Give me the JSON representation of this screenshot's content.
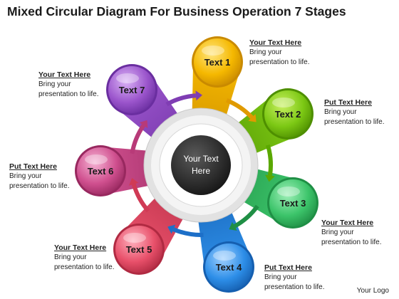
{
  "title": "Mixed Circular Diagram For Business Operation 7 Stages",
  "center": {
    "line1": "Your Text",
    "line2": "Here"
  },
  "stages": [
    {
      "label": "Text 1",
      "color": "#f5b800",
      "light": "#ffe680",
      "dark": "#c98a00"
    },
    {
      "label": "Text 2",
      "color": "#7cc814",
      "light": "#c8f060",
      "dark": "#4e8f00"
    },
    {
      "label": "Text 3",
      "color": "#3cc46a",
      "light": "#9ff0b8",
      "dark": "#1f8f45"
    },
    {
      "label": "Text 4",
      "color": "#2d8ee8",
      "light": "#9fd0ff",
      "dark": "#155fb0"
    },
    {
      "label": "Text 5",
      "color": "#e8506a",
      "light": "#ffb0bd",
      "dark": "#b02a42"
    },
    {
      "label": "Text 6",
      "color": "#d0508f",
      "light": "#f5b3d4",
      "dark": "#98285f"
    },
    {
      "label": "Text 7",
      "color": "#9b55cc",
      "light": "#dab3f5",
      "dark": "#6a2ea0"
    }
  ],
  "notes": [
    {
      "heading": "Your Text Here",
      "line1": "Bring your",
      "line2": "presentation to life."
    },
    {
      "heading": "Put Text Here",
      "line1": "Bring your",
      "line2": "presentation to life."
    },
    {
      "heading": "Your Text Here",
      "line1": "Bring your",
      "line2": "presentation to life."
    },
    {
      "heading": "Put Text Here",
      "line1": "Bring your",
      "line2": "presentation to life."
    },
    {
      "heading": "Your Text Here",
      "line1": "Bring your",
      "line2": "presentation to life."
    },
    {
      "heading": "Put Text Here",
      "line1": "Bring your",
      "line2": "presentation to life."
    },
    {
      "heading": "Your Text Here",
      "line1": "Bring your",
      "line2": "presentation to life."
    }
  ],
  "logo": "Your Logo",
  "colors": {
    "arrow_1": "#e09a00",
    "arrow_2": "#5aa800",
    "arrow_3": "#1f8f45",
    "arrow_4": "#1d6fc8",
    "arrow_5": "#d03a55",
    "arrow_6": "#b83a78",
    "arrow_7": "#7f3db3"
  }
}
